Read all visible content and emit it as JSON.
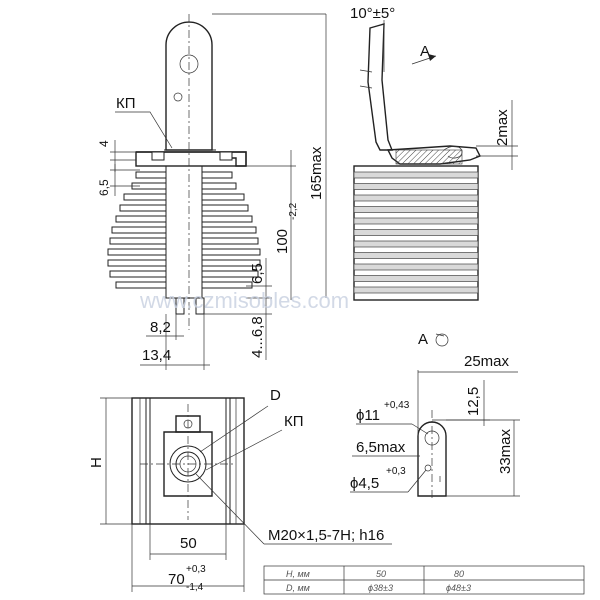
{
  "labels": {
    "kp_top": "КП",
    "kp_bottom": "КП",
    "d_mark": "D",
    "view_a": "A",
    "view_a_ref": "A",
    "angle": "10°±5°",
    "thread": "M20×1,5-7H; h16"
  },
  "dimensions": {
    "d_4": "4",
    "d_6_5_left": "6,5",
    "d_165": "165max",
    "d_100": "100",
    "d_100_tol": "-2,2",
    "d_6_5_right": "6,5",
    "d_8_2": "8,2",
    "d_13_4": "13,4",
    "d_4_6_8": "4...6,8",
    "d_2max": "2max",
    "d_25max": "25max",
    "d_12_5": "12,5",
    "d_phi11": "ϕ11",
    "d_phi11_tol": "+0,43",
    "d_6_5max": "6,5max",
    "d_33max": "33max",
    "d_phi4_5": "ϕ4,5",
    "d_phi4_5_tol": "+0,3",
    "d_H": "H",
    "d_50": "50",
    "d_70": "70",
    "d_70_tol_up": "+0,3",
    "d_70_tol_dn": "-1,4"
  },
  "table": {
    "row1_head": "H, мм",
    "row2_head": "D, мм",
    "row1": [
      "50",
      "80"
    ],
    "row2": [
      "ϕ38±3",
      "ϕ48±3"
    ]
  },
  "watermark": "www.czmisobles.com"
}
